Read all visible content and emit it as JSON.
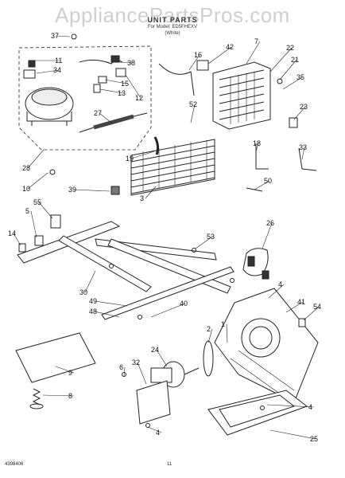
{
  "watermark": "AppliancePartsPros.com",
  "header": {
    "title": "UNIT PARTS",
    "subtitle": "For Model: ED5FHEXV",
    "line3": "(White)"
  },
  "footer": {
    "doc_number": "4398406",
    "page": "11"
  },
  "callouts": [
    {
      "id": "c37",
      "text": "37"
    },
    {
      "id": "c11",
      "text": "11"
    },
    {
      "id": "c34",
      "text": "34"
    },
    {
      "id": "c38",
      "text": "38"
    },
    {
      "id": "c15",
      "text": "15"
    },
    {
      "id": "c13",
      "text": "13"
    },
    {
      "id": "c12",
      "text": "12"
    },
    {
      "id": "c27",
      "text": "27"
    },
    {
      "id": "c28",
      "text": "28"
    },
    {
      "id": "c10",
      "text": "10"
    },
    {
      "id": "c39",
      "text": "39"
    },
    {
      "id": "c55",
      "text": "55"
    },
    {
      "id": "c5",
      "text": "5"
    },
    {
      "id": "c14",
      "text": "14"
    },
    {
      "id": "c16",
      "text": "16"
    },
    {
      "id": "c42",
      "text": "42"
    },
    {
      "id": "c7",
      "text": "7"
    },
    {
      "id": "c22",
      "text": "22"
    },
    {
      "id": "c21",
      "text": "21"
    },
    {
      "id": "c35",
      "text": "35"
    },
    {
      "id": "c52",
      "text": "52"
    },
    {
      "id": "c23",
      "text": "23"
    },
    {
      "id": "c19",
      "text": "19"
    },
    {
      "id": "c18",
      "text": "18"
    },
    {
      "id": "c33",
      "text": "33"
    },
    {
      "id": "c3",
      "text": "3"
    },
    {
      "id": "c50",
      "text": "50"
    },
    {
      "id": "c26",
      "text": "26"
    },
    {
      "id": "c53",
      "text": "53"
    },
    {
      "id": "c30",
      "text": "30"
    },
    {
      "id": "c49",
      "text": "49"
    },
    {
      "id": "c48",
      "text": "48"
    },
    {
      "id": "c40",
      "text": "40"
    },
    {
      "id": "c4a",
      "text": "4"
    },
    {
      "id": "c41",
      "text": "41"
    },
    {
      "id": "c54",
      "text": "54"
    },
    {
      "id": "c2",
      "text": "2"
    },
    {
      "id": "c1",
      "text": "1"
    },
    {
      "id": "c24",
      "text": "24"
    },
    {
      "id": "c9",
      "text": "9"
    },
    {
      "id": "c8",
      "text": "8"
    },
    {
      "id": "c6",
      "text": "6"
    },
    {
      "id": "c32",
      "text": "32"
    },
    {
      "id": "c4b",
      "text": "4"
    },
    {
      "id": "c4c",
      "text": "4"
    },
    {
      "id": "c25",
      "text": "25"
    }
  ]
}
